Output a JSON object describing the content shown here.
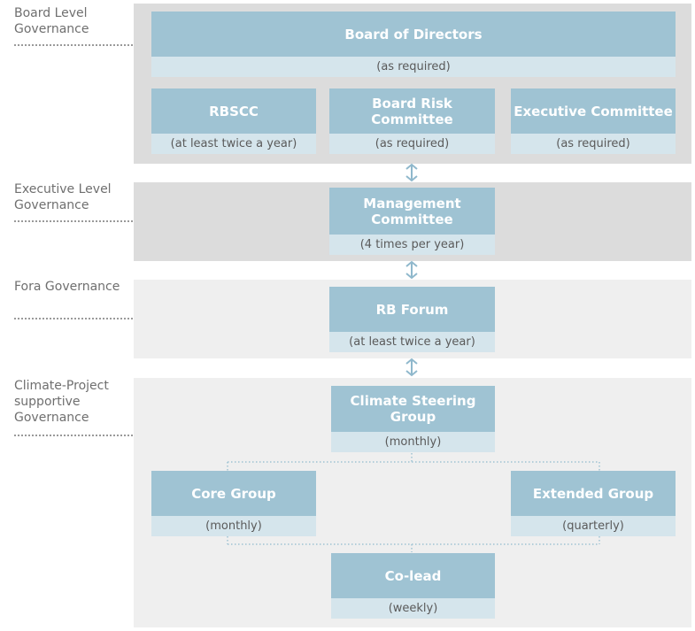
{
  "levels": [
    {
      "label": "Board Level Governance"
    },
    {
      "label": "Executive Level Governance"
    },
    {
      "label": "Fora Governance"
    },
    {
      "label": "Climate-Project supportive Governance"
    }
  ],
  "boxes": {
    "board_of_directors": {
      "title": "Board of Directors",
      "frequency": "(as required)"
    },
    "rbscc": {
      "title": "RBSCC",
      "frequency": "(at least twice a year)"
    },
    "board_risk_committee": {
      "title": "Board Risk Committee",
      "frequency": "(as required)"
    },
    "executive_committee": {
      "title": "Executive Committee",
      "frequency": "(as required)"
    },
    "management_committee": {
      "title": "Management Committee",
      "frequency": "(4 times per year)"
    },
    "rb_forum": {
      "title": "RB Forum",
      "frequency": "(at least twice a year)"
    },
    "climate_steering_group": {
      "title": "Climate Steering Group",
      "frequency": "(monthly)"
    },
    "core_group": {
      "title": "Core Group",
      "frequency": "(monthly)"
    },
    "extended_group": {
      "title": "Extended Group",
      "frequency": "(quarterly)"
    },
    "co_lead": {
      "title": "Co-lead",
      "frequency": "(weekly)"
    }
  },
  "colors": {
    "box_header": "#9fc3d3",
    "box_subtext_bg": "#d5e5ec",
    "panel_board": "#dcdcdc",
    "panel_light": "#efefef",
    "arrow": "#8fb8cc"
  }
}
